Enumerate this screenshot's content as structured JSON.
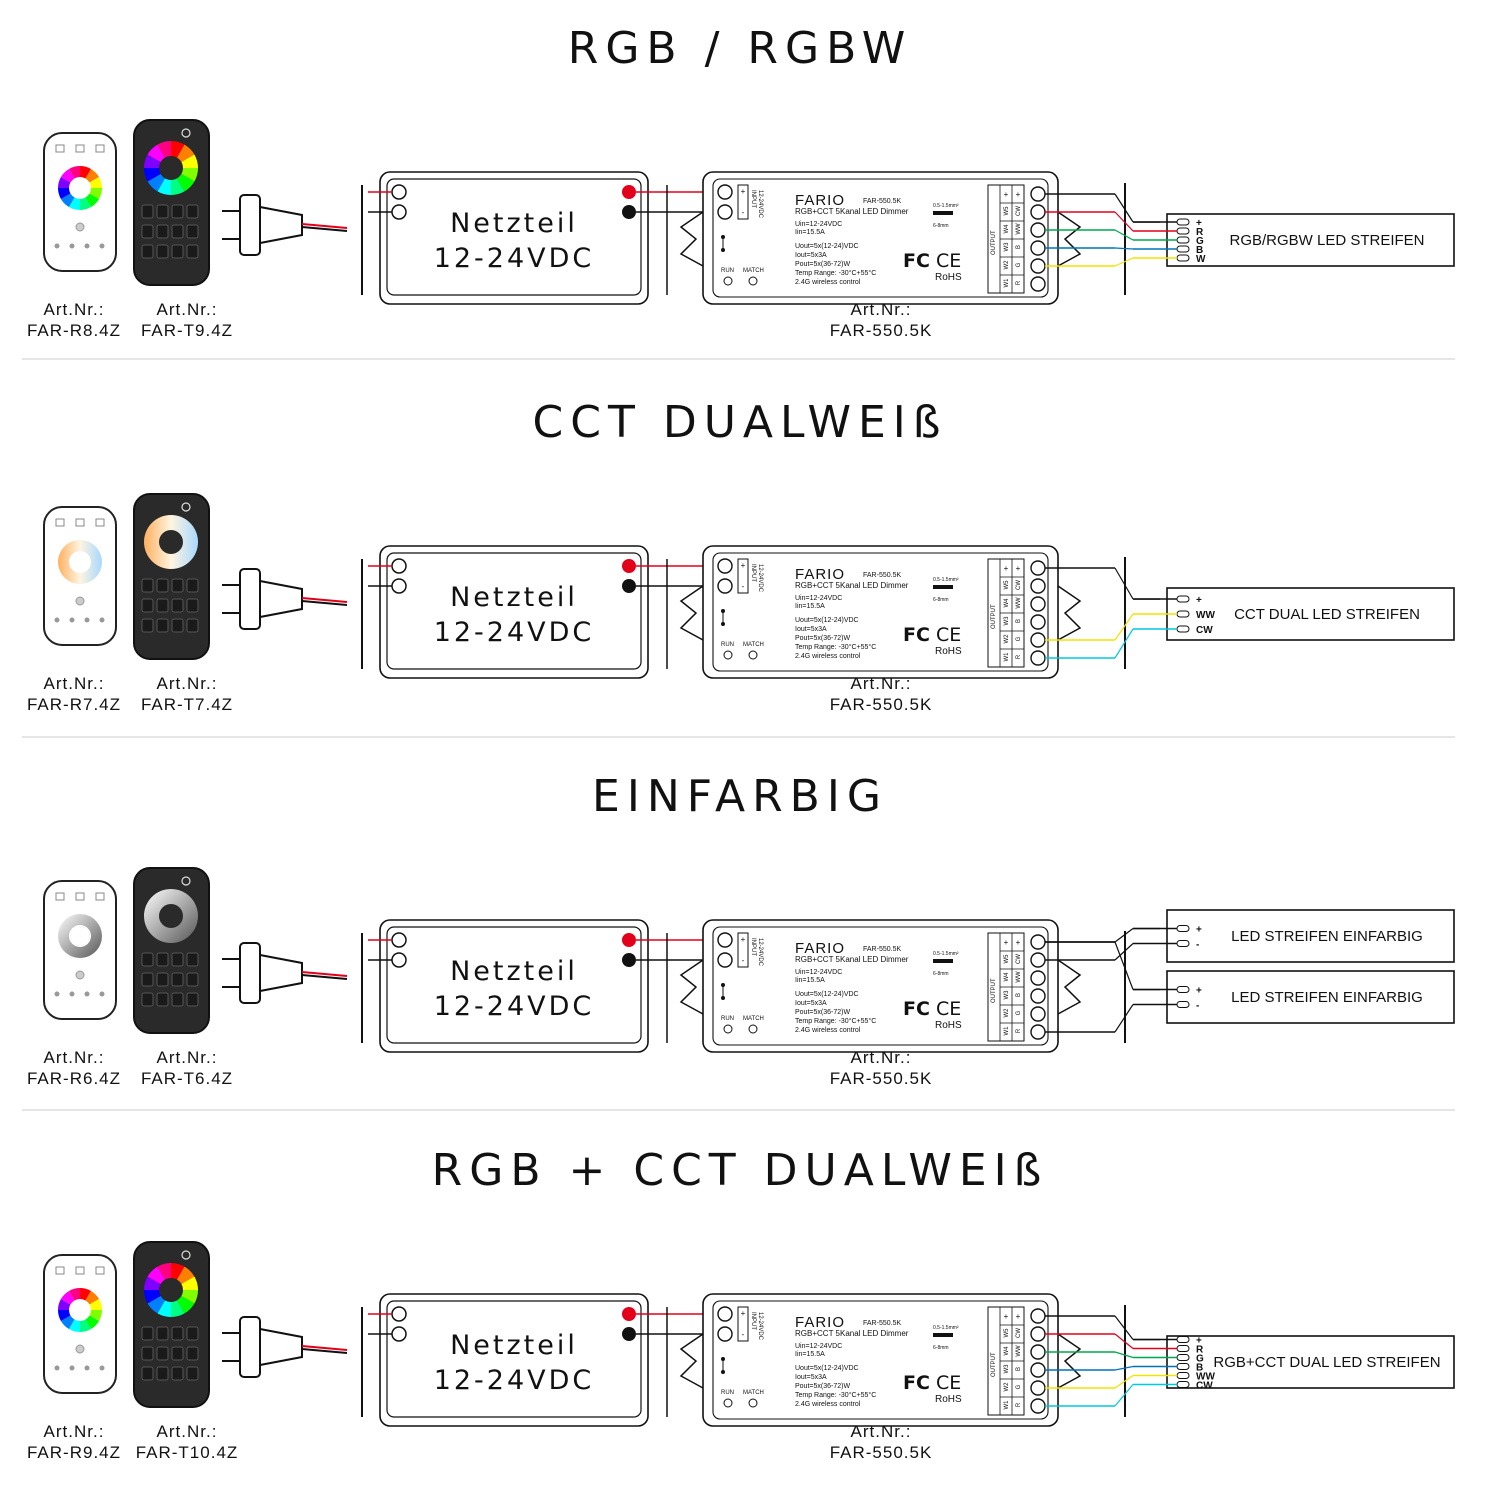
{
  "colors": {
    "line": "#111111",
    "red": "#e3001b",
    "green": "#00a651",
    "blue": "#0072bc",
    "yellow": "#f4e200",
    "cyan": "#00c8e0",
    "remote_dark": "#2a2a2a",
    "remote_light": "#ffffff"
  },
  "common": {
    "art_label": "Art.Nr.:",
    "psu_line1": "Netzteil",
    "psu_line2": "12-24VDC",
    "controller": {
      "brand": "FARIO",
      "model": "FAR-550.5K",
      "desc": "RGB+CCT 5Kanal LED Dimmer",
      "specs_in": [
        "Uin=12-24VDC",
        "Iin=15.5A"
      ],
      "specs_out": [
        "Uout=5x(12-24)VDC",
        "Iout=5x3A",
        "Pout=5x(36-72)W",
        "Temp Range: -30°C+55°C",
        "2.4G wireless control"
      ],
      "input_label": "INPUT",
      "input_volt": "12-24VDC",
      "output_label": "OUTPUT",
      "run": "RUN",
      "match": "MATCH",
      "wire_spec": "0.5-1.5mm²",
      "strip_spec": "6-8mm",
      "fc": "FC",
      "ce": "CE",
      "rohs": "RoHS",
      "pin_names": [
        "W1",
        "W2",
        "W3",
        "W4",
        "W5"
      ],
      "pin_funcs": [
        "R",
        "G",
        "B",
        "WW",
        "CW"
      ],
      "plus": "+"
    },
    "controller_art": "FAR-550.5K"
  },
  "sections": [
    {
      "title": "RGB / RGBW",
      "remote_r_art": "FAR-R8.4Z",
      "remote_t_art": "FAR-T9.4Z",
      "wheel": "rgb",
      "strips": [
        {
          "name": "RGB/RGBW LED STREIFEN",
          "pins": [
            "+",
            "R",
            "G",
            "B",
            "W"
          ]
        }
      ]
    },
    {
      "title": "CCT DUALWEIß",
      "remote_r_art": "FAR-R7.4Z",
      "remote_t_art": "FAR-T7.4Z",
      "wheel": "cct",
      "strips": [
        {
          "name": "CCT DUAL LED STREIFEN",
          "pins": [
            "+",
            "WW",
            "CW"
          ]
        }
      ]
    },
    {
      "title": "EINFARBIG",
      "remote_r_art": "FAR-R6.4Z",
      "remote_t_art": "FAR-T6.4Z",
      "wheel": "mono",
      "strips": [
        {
          "name": "LED STREIFEN EINFARBIG",
          "pins": [
            "+",
            "-"
          ]
        },
        {
          "name": "LED STREIFEN EINFARBIG",
          "pins": [
            "+",
            "-"
          ]
        }
      ]
    },
    {
      "title": "RGB + CCT DUALWEIß",
      "remote_r_art": "FAR-R9.4Z",
      "remote_t_art": "FAR-T10.4Z",
      "wheel": "rgb",
      "strips": [
        {
          "name": "RGB+CCT DUAL LED STREIFEN",
          "pins": [
            "+",
            "R",
            "G",
            "B",
            "WW",
            "CW"
          ]
        }
      ]
    }
  ]
}
